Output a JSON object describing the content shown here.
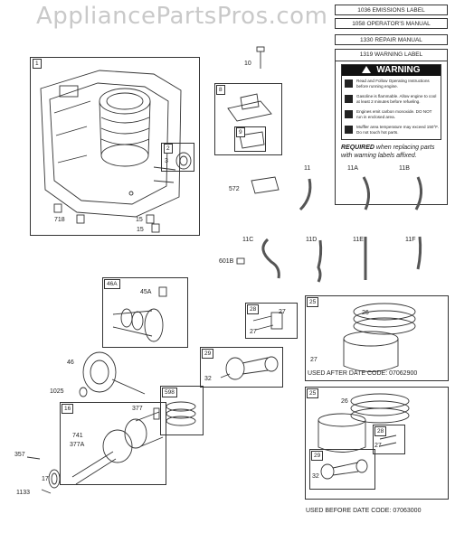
{
  "watermark": "AppliancePartsPros.com",
  "manuals": {
    "emissions": "1036 EMISSIONS LABEL",
    "operators": "1058 OPERATOR'S MANUAL",
    "repair": "1330 REPAIR MANUAL",
    "warning_label": "1319 WARNING LABEL"
  },
  "warning": {
    "title": "WARNING",
    "lines": [
      "Read and Follow Operating Instructions before running engine.",
      "Gasoline is flammable. Allow engine to cool at least 2 minutes before refueling.",
      "Engines emit carbon monoxide. DO NOT run in enclosed area.",
      "Muffler area temperature may exceed 150°F. Do not touch hot parts."
    ],
    "required_bold": "REQUIRED",
    "required_rest": " when replacing parts with warning labels affixed."
  },
  "part_labels": {
    "p1": "1",
    "p2": "2",
    "p3": "3",
    "p718": "718",
    "p15a": "15",
    "p15b": "15",
    "p10": "10",
    "p8": "8",
    "p9": "9",
    "p572": "572",
    "p11": "11",
    "p11a": "11A",
    "p11b": "11B",
    "p11c": "11C",
    "p11d": "11D",
    "p11e": "11E",
    "p11f": "11F",
    "p601b": "601B",
    "p46a": "46A",
    "p45a": "45A",
    "p46": "46",
    "p1025": "1025",
    "p28a": "28",
    "p27a": "27",
    "p27b": "27",
    "p29a": "29",
    "p32a": "32",
    "p598": "598",
    "p16": "16",
    "p377": "377",
    "p741": "741",
    "p377a": "377A",
    "p357": "357",
    "p17": "17",
    "p1133": "1133",
    "p25a": "25",
    "p26a": "26",
    "p27c": "27",
    "p25b": "25",
    "p26b": "26",
    "p28b": "28",
    "p27d": "27",
    "p29b": "29",
    "p32b": "32"
  },
  "notes": {
    "after": "USED AFTER DATE CODE: 07062900",
    "before": "USED BEFORE DATE CODE: 07063000"
  }
}
